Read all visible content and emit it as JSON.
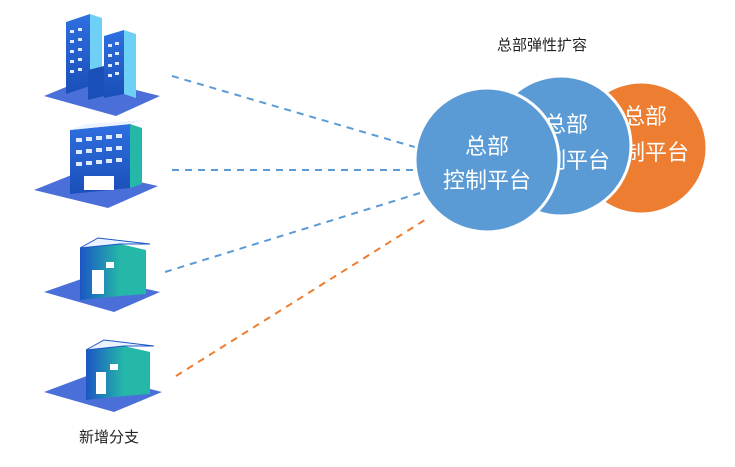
{
  "labels": {
    "hq_elastic_scaling": "总部弹性扩容",
    "new_branch": "新增分支"
  },
  "platforms": [
    {
      "line1": "总部",
      "line2": "控制平台",
      "color": "#5b9bd5",
      "role": "primary"
    },
    {
      "line1": "总部",
      "line2": "控制平台",
      "color": "#5b9bd5",
      "role": "scaled-1"
    },
    {
      "line1": "总部",
      "line2": "控制平台",
      "color": "#ed7d31",
      "role": "scaled-2"
    }
  ],
  "buildings": [
    {
      "icon": "office-tower-icon",
      "link_color": "#5b9bd5"
    },
    {
      "icon": "office-building-icon",
      "link_color": "#5b9bd5"
    },
    {
      "icon": "branch-house-icon",
      "link_color": "#5b9bd5"
    },
    {
      "icon": "new-branch-house-icon",
      "link_color": "#ed7d31"
    }
  ],
  "colors": {
    "accent_blue": "#5b9bd5",
    "accent_orange": "#ed7d31",
    "building_blue": "#1f5fc8",
    "base_blue": "#4a6fd8"
  }
}
